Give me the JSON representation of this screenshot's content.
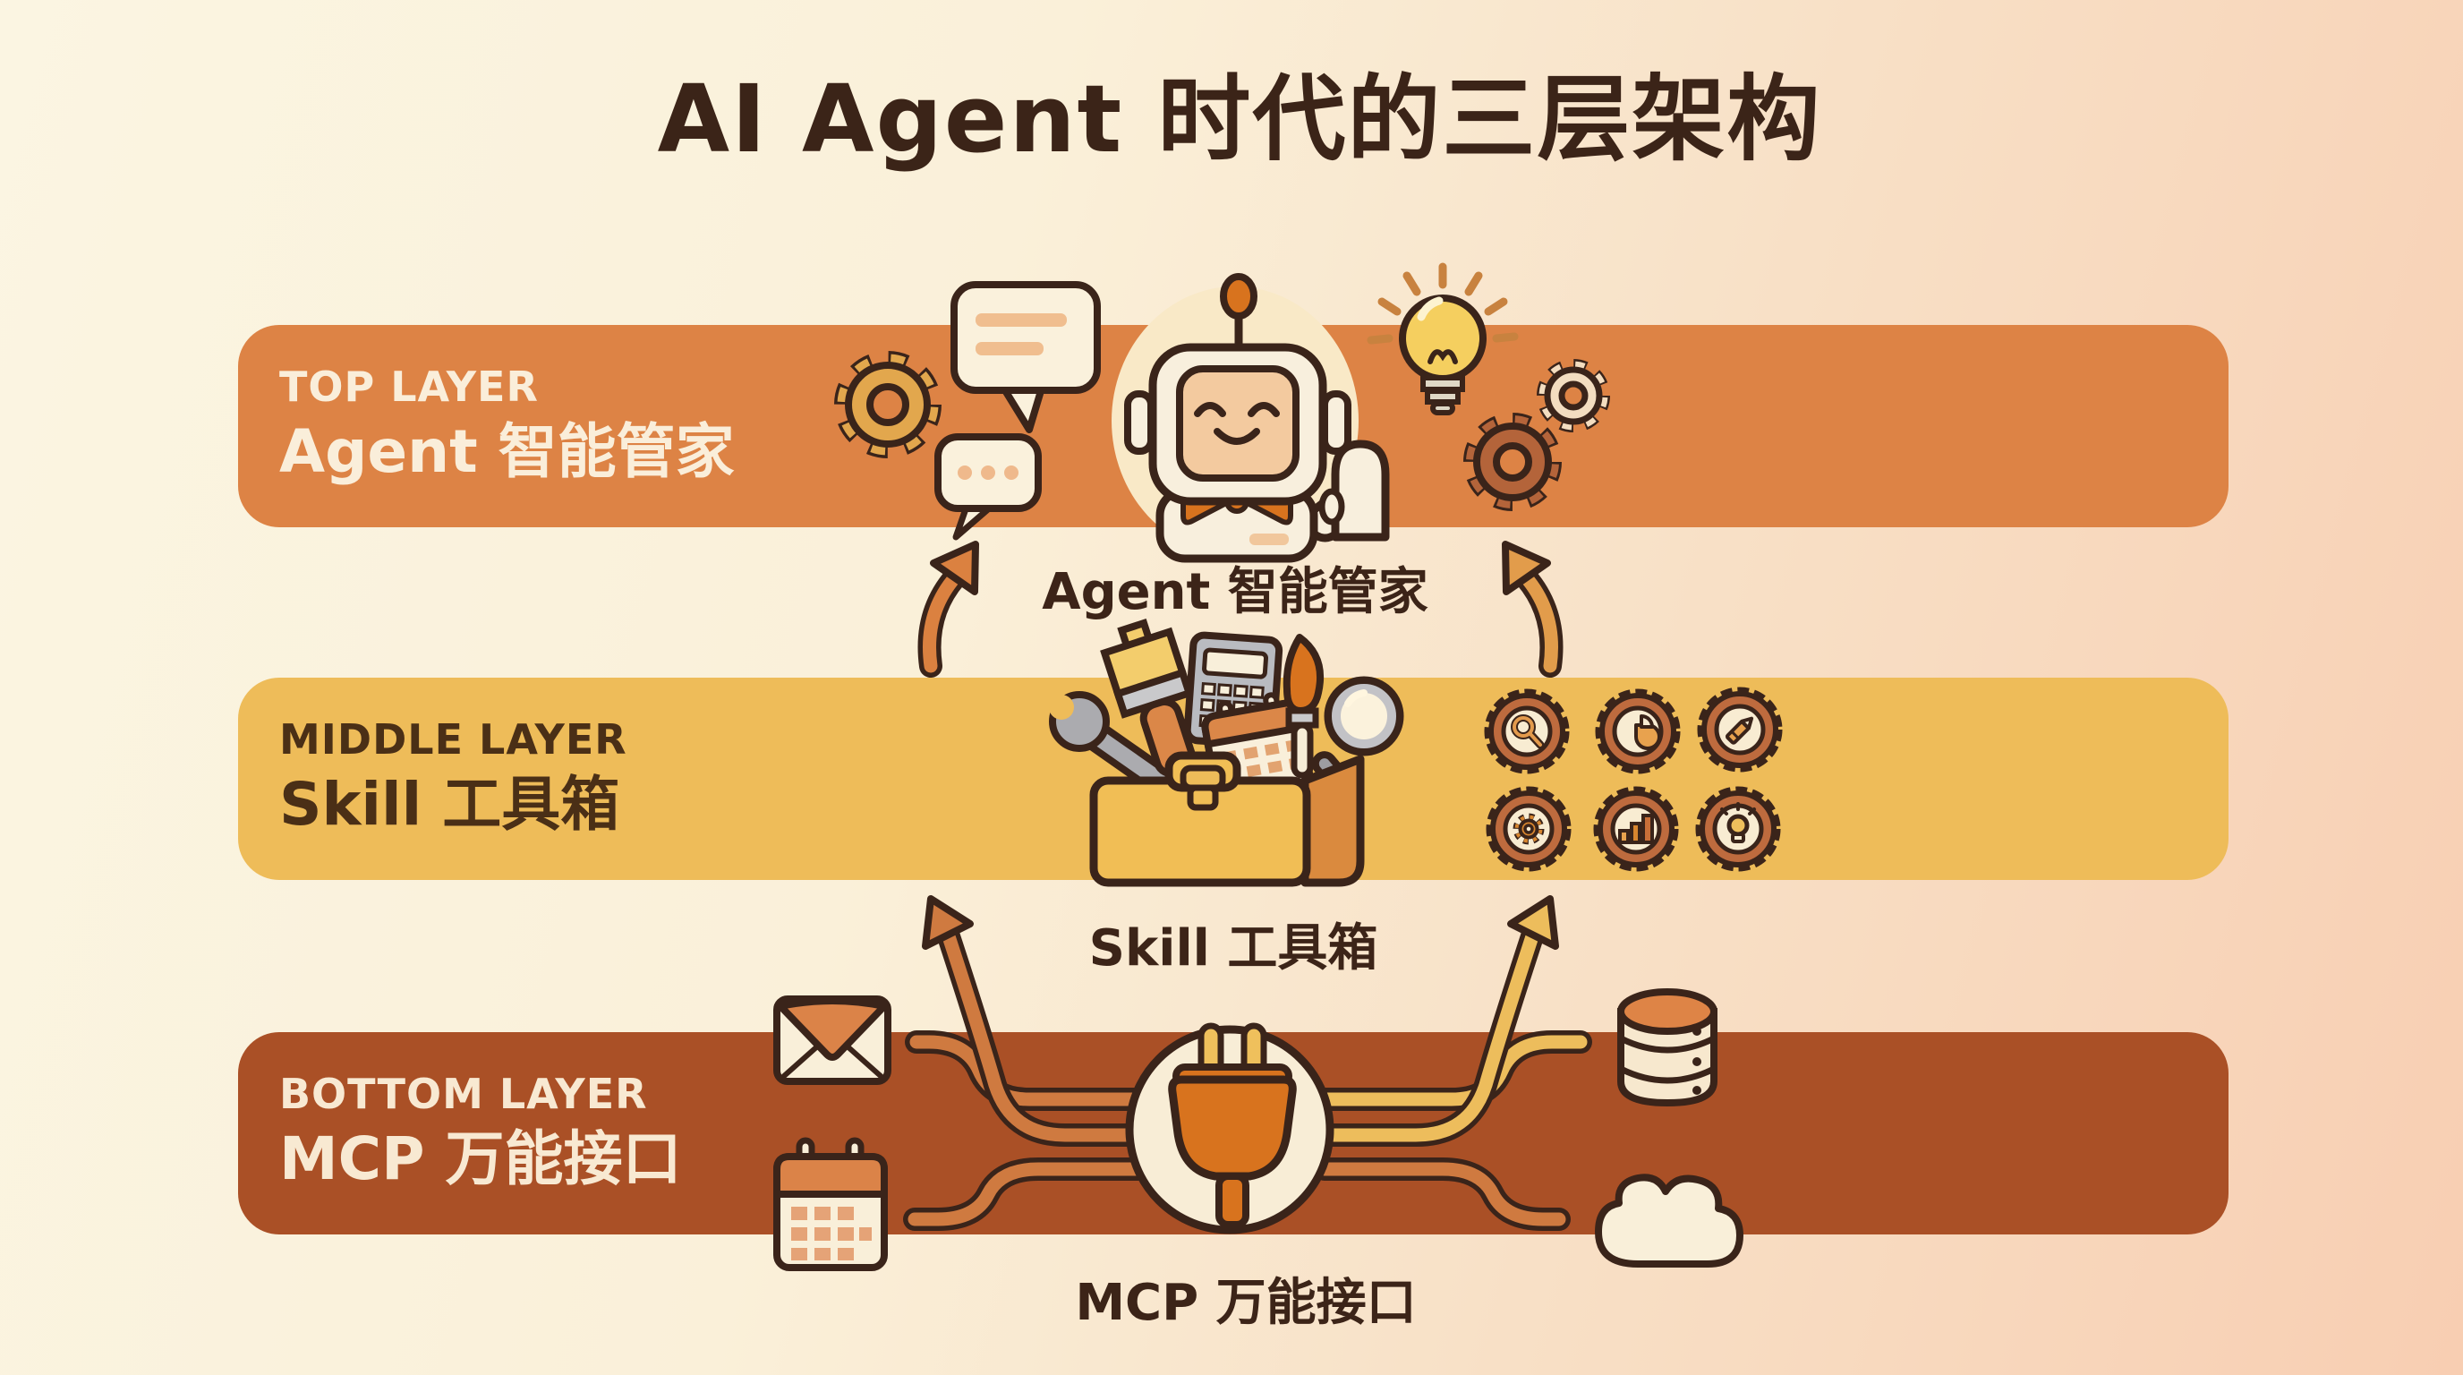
{
  "title": "AI Agent 时代的三层架构",
  "layers": [
    {
      "eyebrow": "TOP LAYER",
      "label": "Agent 智能管家"
    },
    {
      "eyebrow": "MIDDLE LAYER",
      "label": "Skill 工具箱"
    },
    {
      "eyebrow": "BOTTOM LAYER",
      "label": "MCP 万能接口"
    }
  ],
  "captions": {
    "agent": "Agent 智能管家",
    "skill": "Skill 工具箱",
    "mcp": "MCP 万能接口"
  },
  "colors": {
    "background_start": "#FBF5E2",
    "background_end": "#F8CEB2",
    "top_band": "#DD8345",
    "middle_band": "#EEBC59",
    "bottom_band": "#AA5026",
    "outline": "#3A241A",
    "title_text": "#3B2418",
    "cream_text": "#FAEEDA",
    "dark_text": "#4A2F16",
    "wire_orange": "#CF7A40",
    "wire_yellow": "#EDBD5C"
  },
  "icons": {
    "top_cluster": [
      "gear-icon",
      "speech-bubble-icon",
      "chat-dots-icon",
      "robot-butler-icon",
      "lightbulb-icon",
      "gear-small-icon",
      "gear-large-icon"
    ],
    "middle_cluster": [
      "toolbox-icon",
      "badge-search-icon",
      "badge-pie-chart-icon",
      "badge-pencil-icon",
      "badge-gear-icon",
      "badge-bar-chart-icon",
      "badge-idea-icon"
    ],
    "bottom_cluster": [
      "envelope-icon",
      "calendar-icon",
      "power-plug-icon",
      "database-icon",
      "cloud-icon"
    ]
  }
}
